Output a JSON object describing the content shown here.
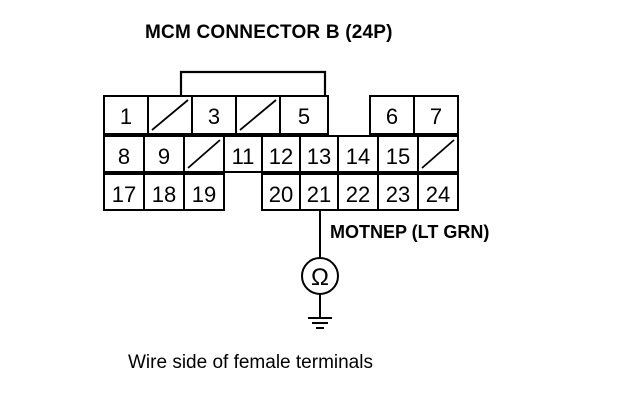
{
  "diagram": {
    "title": "MCM CONNECTOR B (24P)",
    "wire_label": "MOTNEP (LT GRN)",
    "caption": "Wire side of female terminals",
    "meter_symbol": "Ω",
    "ground_symbol": "ground-icon",
    "connector": {
      "rows": [
        [
          "1",
          "/",
          "3",
          "/",
          "5",
          "",
          "6",
          "7"
        ],
        [
          "8",
          "9",
          "/",
          "11",
          "12",
          "13",
          "14",
          "15",
          "/"
        ],
        [
          "17",
          "18",
          "19",
          "",
          "20",
          "21",
          "22",
          "23",
          "24"
        ]
      ],
      "probe_terminal": "21"
    }
  }
}
